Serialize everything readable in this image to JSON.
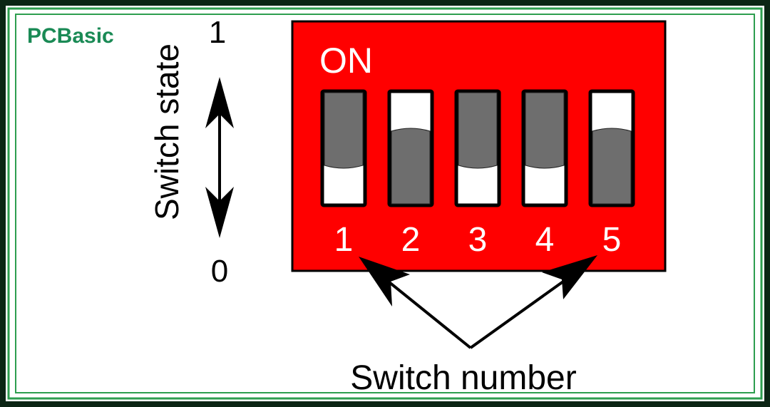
{
  "logo": {
    "text": "PCBasic",
    "color": "#1a8a55"
  },
  "labels": {
    "on": "ON",
    "axis_title": "Switch state",
    "state_high": "1",
    "state_low": "0",
    "switch_number_caption": "Switch number"
  },
  "colors": {
    "body": "#ff0000",
    "actuator": "#6e6e6e",
    "slot": "#ffffff",
    "border_dark": "#0b2514",
    "border_green": "#2e9e4f"
  },
  "switches": [
    {
      "number": "1",
      "state": 0
    },
    {
      "number": "2",
      "state": 1
    },
    {
      "number": "3",
      "state": 0
    },
    {
      "number": "4",
      "state": 0
    },
    {
      "number": "5",
      "state": 1
    }
  ]
}
